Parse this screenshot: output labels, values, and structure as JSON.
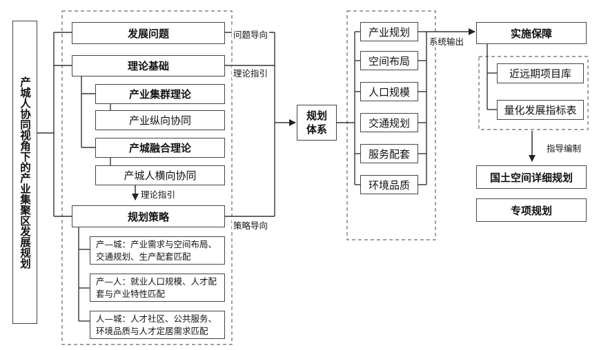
{
  "diagram": {
    "main_title": "产城人协同视角下的产业集聚区发展规划",
    "col1": {
      "issues": "发展问题",
      "theory_base": "理论基础",
      "cluster_theory": "产业集群理论",
      "vertical_synergy": "产业纵向协同",
      "integration_theory": "产城融合理论",
      "horizontal_synergy": "产城人横向协同",
      "strategy": "规划策略",
      "strategy_items": [
        "产—城：产业需求与空间布局、交通规划、生产配套匹配",
        "产—人：就业人口规模、人才配套与产业特性匹配",
        "人—城：人才社区、公共服务、环境品质与人才定居需求匹配"
      ]
    },
    "labels": {
      "problem_oriented": "问题导向",
      "theory_guidance": "理论指引",
      "theory_guidance_2": "理论指引",
      "strategy_oriented": "策略导向",
      "system_output": "系统输出",
      "guide_compile": "指导编制"
    },
    "system": "规划体系",
    "col3": [
      "产业规划",
      "空间布局",
      "人口规模",
      "交通规划",
      "服务配套",
      "环境品质"
    ],
    "col4": {
      "guarantee": "实施保障",
      "items": [
        "近远期项目库",
        "量化发展指标表"
      ],
      "plans": [
        "国土空间详细规划",
        "专项规划"
      ]
    }
  }
}
